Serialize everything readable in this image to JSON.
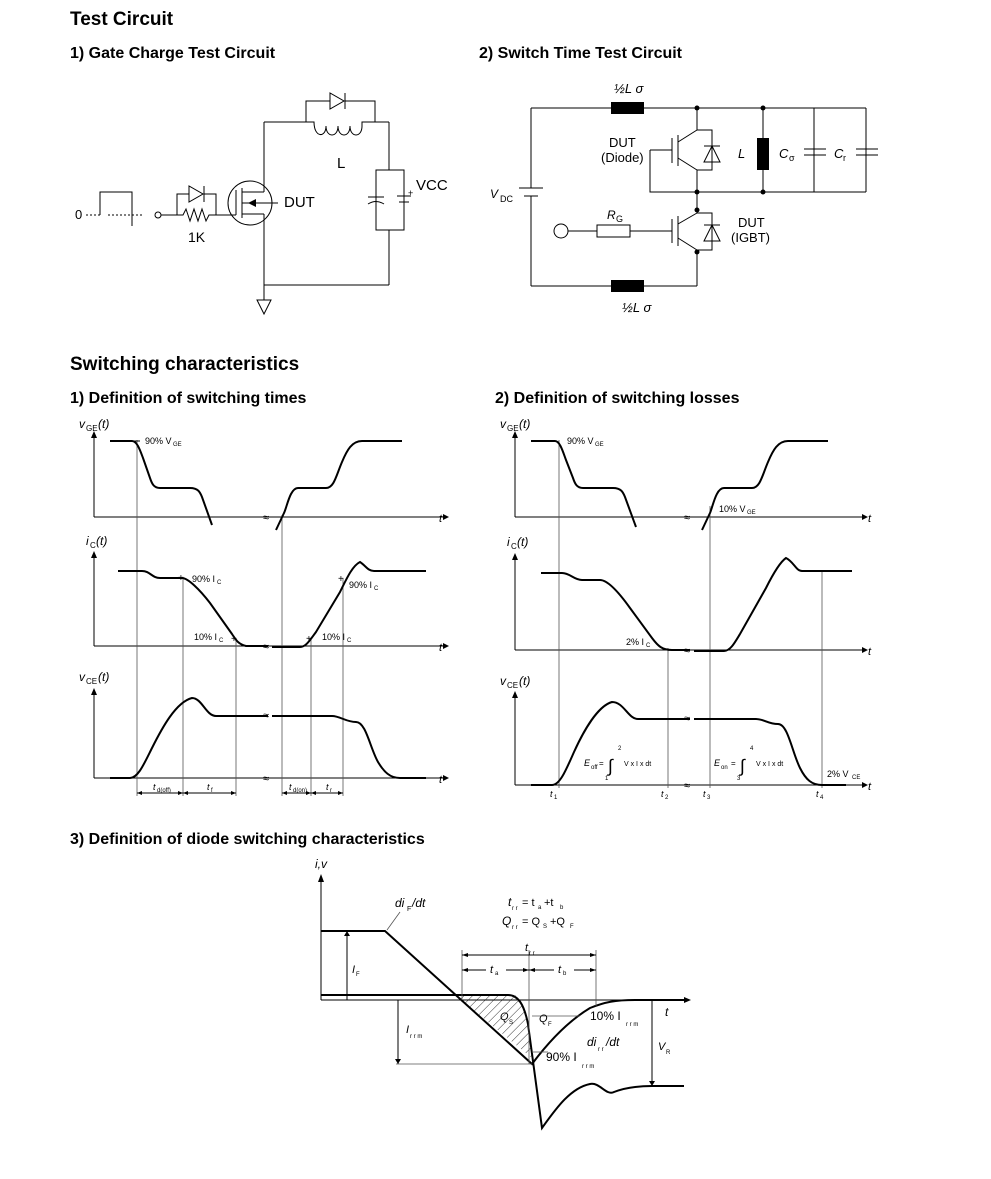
{
  "sections": {
    "test_circuit": "Test Circuit",
    "gate_charge": "1) Gate Charge Test Circuit",
    "switch_time": "2) Switch Time Test Circuit",
    "switching_characteristics": "Switching characteristics",
    "switching_times": "1) Definition of switching times",
    "switching_losses": "2) Definition of switching losses",
    "diode": "3) Definition of diode switching characteristics"
  },
  "gate_circuit": {
    "zero": "0",
    "resistor": "1K",
    "dut": "DUT",
    "inductor": "L",
    "vcc": "VCC"
  },
  "switch_circuit": {
    "l_top": "½L σ",
    "l_bottom": "½L σ",
    "vdc": "V",
    "vdc_sub": "DC",
    "dut_diode_1": "DUT",
    "dut_diode_2": "(Diode)",
    "dut_igbt_1": "DUT",
    "dut_igbt_2": "(IGBT)",
    "rg": "R",
    "rg_sub": "G",
    "l": "L",
    "c_sigma": "C",
    "c_sigma_sub": "σ",
    "c_r": "C",
    "c_r_sub": "r"
  },
  "times_plot": {
    "vge": "v",
    "vge_sub": "GE",
    "vge_t": "(t)",
    "ic": "i",
    "ic_sub": "C",
    "ic_t": "(t)",
    "vce": "v",
    "vce_sub": "CE",
    "vce_t": "(t)",
    "t": "t",
    "pct90_vge": "90% V",
    "pct90_vge_sub": "GE",
    "pct90_ic": "90% I",
    "pct10_ic": "10% I",
    "ic_sub2": "C",
    "tdoff": "t",
    "tdoff_sub": "d(off)",
    "tf": "t",
    "tf_sub": "f",
    "tdon": "t",
    "tdon_sub": "d(on)",
    "tr": "t",
    "tr_sub": "r"
  },
  "losses_plot": {
    "pct90_vge": "90% V",
    "pct10_vge": "10% V",
    "vge_sub": "GE",
    "pct2_ic": "2% I",
    "ic_sub": "C",
    "pct2_vce": "2% V",
    "vce_sub": "CE",
    "eoff": "E",
    "eoff_sub": "off",
    "eon": "E",
    "eon_sub": "on",
    "integrand": "V   x I  x dt",
    "t1": "t",
    "t2": "t",
    "t3": "t",
    "t4": "t",
    "n1": "1",
    "n2": "2",
    "n3": "3",
    "n4": "4"
  },
  "diode_plot": {
    "axis": "i,v",
    "t": "t",
    "difdt": "di",
    "difdt_sub": "F",
    "difdt_tail": "/dt",
    "trr_eq": "t",
    "trr_sub": "r r",
    "trr_rhs": "= t",
    "ta_sub": "a",
    "plus_tb": "+t",
    "tb_sub": "b",
    "qrr_eq": "Q",
    "qrr_sub": "r r",
    "qrr_rhs": "= Q",
    "qs_sub": "S",
    "plus_qf": "+Q",
    "qf_sub": "F",
    "trr_label": "t",
    "ta_label": "t",
    "tb_label": "t",
    "if_label": "I",
    "if_sub": "F",
    "irrm_label": "I",
    "irrm_sub": "r r m",
    "qs_label": "Q",
    "qs_label_sub": "S",
    "qf_label": "Q",
    "qf_label_sub": "F",
    "pct10_irrm": "10% I",
    "pct90_irrm": "90% I",
    "dirr": "di",
    "dirr_sub": "r r",
    "dirr_tail": "/dt",
    "vr": "V",
    "vr_sub": "R"
  }
}
